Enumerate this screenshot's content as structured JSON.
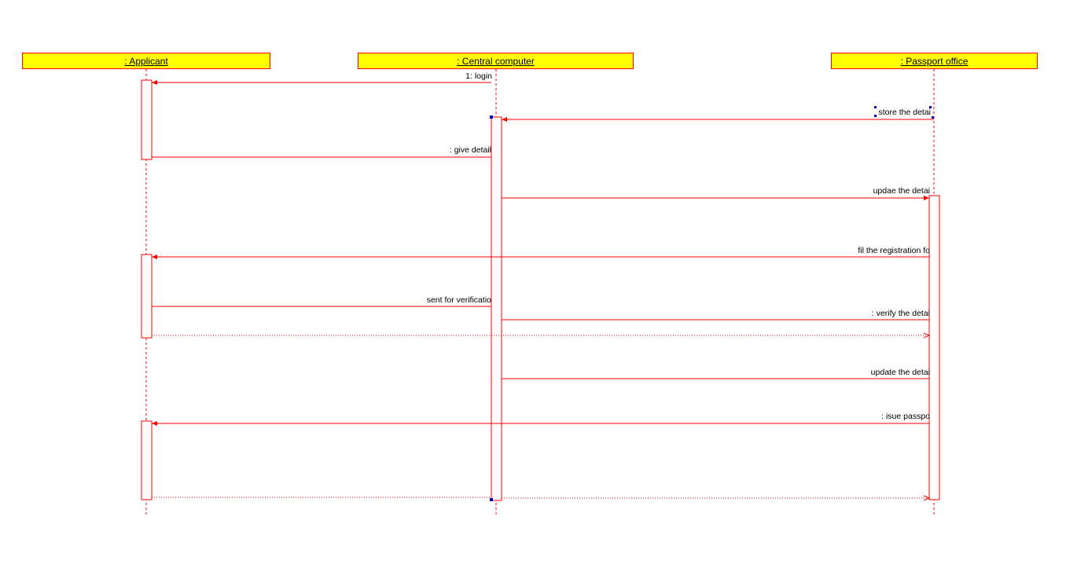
{
  "colors": {
    "line": "#ff0000",
    "box_fill": "#ffff00",
    "handle": "#0000cc"
  },
  "lifelines": {
    "applicant": ": Applicant",
    "central": ": Central computer",
    "passport": ": Passport office"
  },
  "messages": {
    "m1": "1: login",
    "m2": "store the detai",
    "m3": ": give detail",
    "m4": "updae the detai",
    "m5": "fil the registration fo",
    "m6": "sent for verificatio",
    "m7": ": verify the detai",
    "m8": "update the detai",
    "m9": ": isue passpo"
  }
}
